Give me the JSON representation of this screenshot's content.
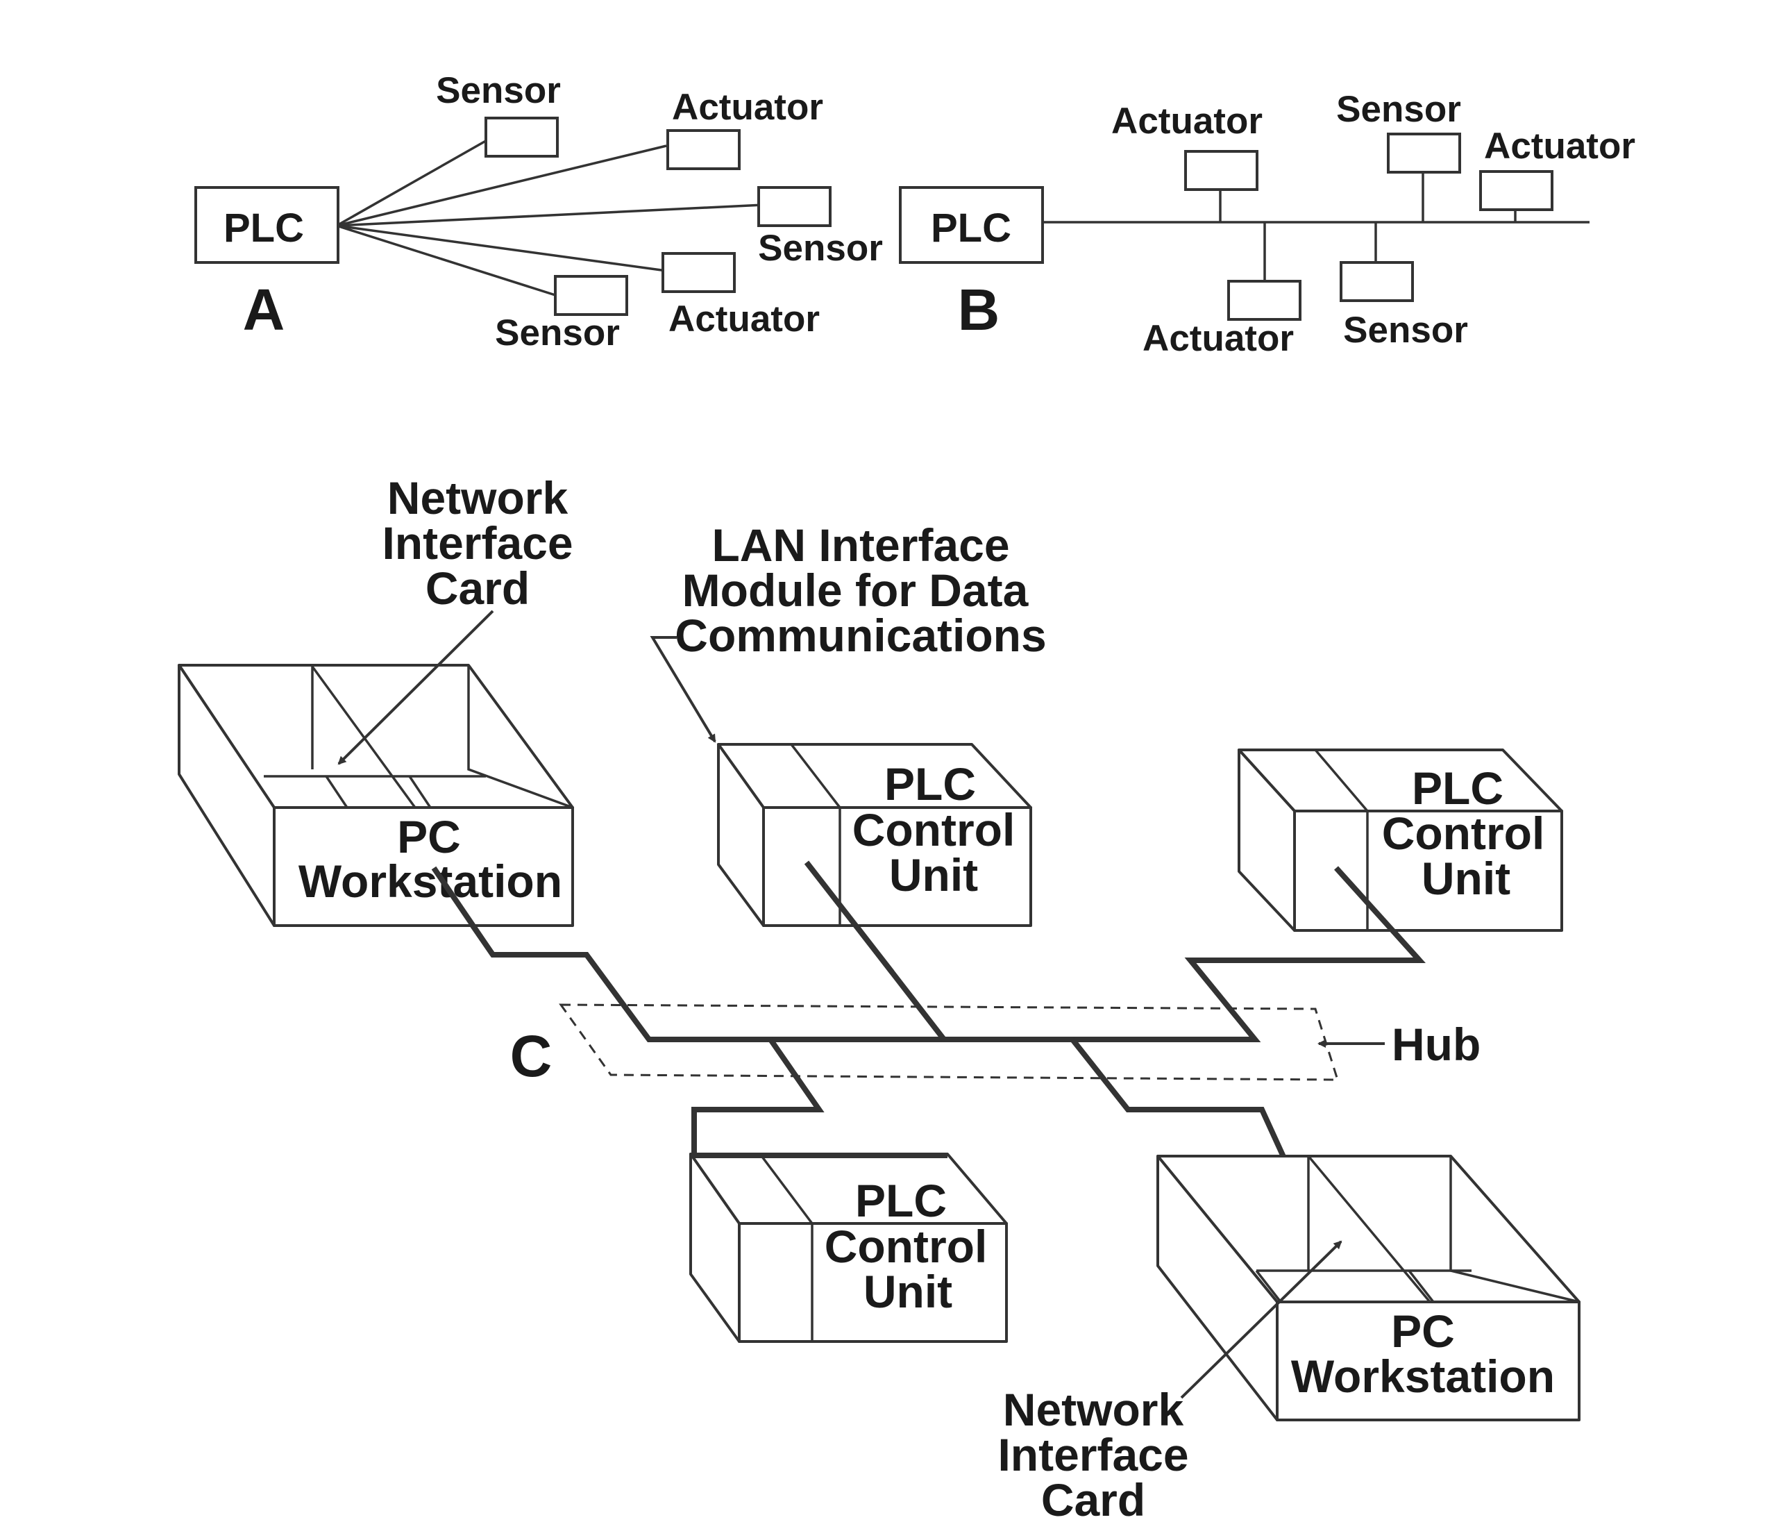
{
  "panel_a": {
    "letter": "A",
    "plc": "PLC",
    "devices": [
      "Sensor",
      "Actuator",
      "Sensor",
      "Actuator",
      "Sensor"
    ]
  },
  "panel_b": {
    "letter": "B",
    "plc": "PLC",
    "devices": [
      "Actuator",
      "Sensor",
      "Actuator",
      "Actuator",
      "Sensor"
    ]
  },
  "panel_c": {
    "letter": "C",
    "nic_top": [
      "Network",
      "Interface",
      "Card"
    ],
    "lan_module": [
      "LAN Interface",
      "Module for Data",
      "Communications"
    ],
    "pc_workstation": [
      "PC",
      "Workstation"
    ],
    "plc_control_unit": [
      "PLC",
      "Control",
      "Unit"
    ],
    "hub": "Hub",
    "nic_bottom": [
      "Network",
      "Interface",
      "Card"
    ]
  }
}
